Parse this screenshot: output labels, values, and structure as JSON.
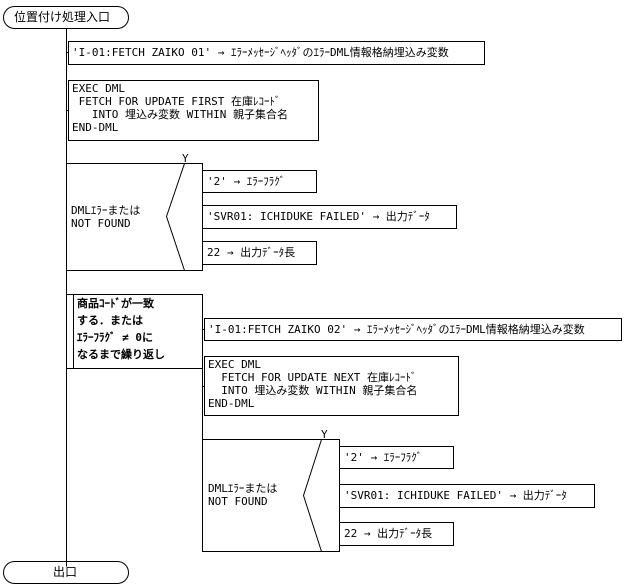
{
  "entry_label": "位置付け処理入口",
  "exit_label": "出口",
  "steps": {
    "set_error_message_1": "'I-01:FETCH ZAIKO 01' → ｴﾗｰﾒｯｾｰｼﾞﾍｯﾀﾞのｴﾗｰDML情報格納埋込み変数",
    "exec_dml_1": [
      "EXEC DML",
      " FETCH FOR UPDATE FIRST 在庫ﾚｺｰﾄﾞ",
      "   INTO 埋込み変数 WITHIN 親子集合名",
      "END-DML"
    ],
    "condition_1": [
      "DMLｴﾗｰまたは",
      "NOT FOUND"
    ],
    "branch_yes_1": "Y",
    "set_error_flag_1": "'2' → ｴﾗｰﾌﾗｸﾞ",
    "set_output_data_1": "'SVR01: ICHIDUKE FAILED' → 出力ﾃﾞｰﾀ",
    "set_output_length_1": "22 → 出力ﾃﾞｰﾀ長",
    "loop_condition": [
      "商品ｺｰﾄﾞが一致",
      "する．または",
      "ｴﾗｰﾌﾗｸﾞ ≠ 0に",
      "なるまで繰り返し"
    ],
    "set_error_message_2": "'I-01:FETCH ZAIKO 02' → ｴﾗｰﾒｯｾｰｼﾞﾍｯﾀﾞのｴﾗｰDML情報格納埋込み変数",
    "exec_dml_2": [
      "EXEC DML",
      "  FETCH FOR UPDATE NEXT 在庫ﾚｺｰﾄﾞ",
      "  INTO 埋込み変数 WITHIN 親子集合名",
      "END-DML"
    ],
    "condition_2": [
      "DMLｴﾗｰまたは",
      "NOT FOUND"
    ],
    "branch_yes_2": "Y",
    "set_error_flag_2": "'2' → ｴﾗｰﾌﾗｸﾞ",
    "set_output_data_2": "'SVR01: ICHIDUKE FAILED' → 出力ﾃﾞｰﾀ",
    "set_output_length_2": "22 → 出力ﾃﾞｰﾀ長"
  }
}
